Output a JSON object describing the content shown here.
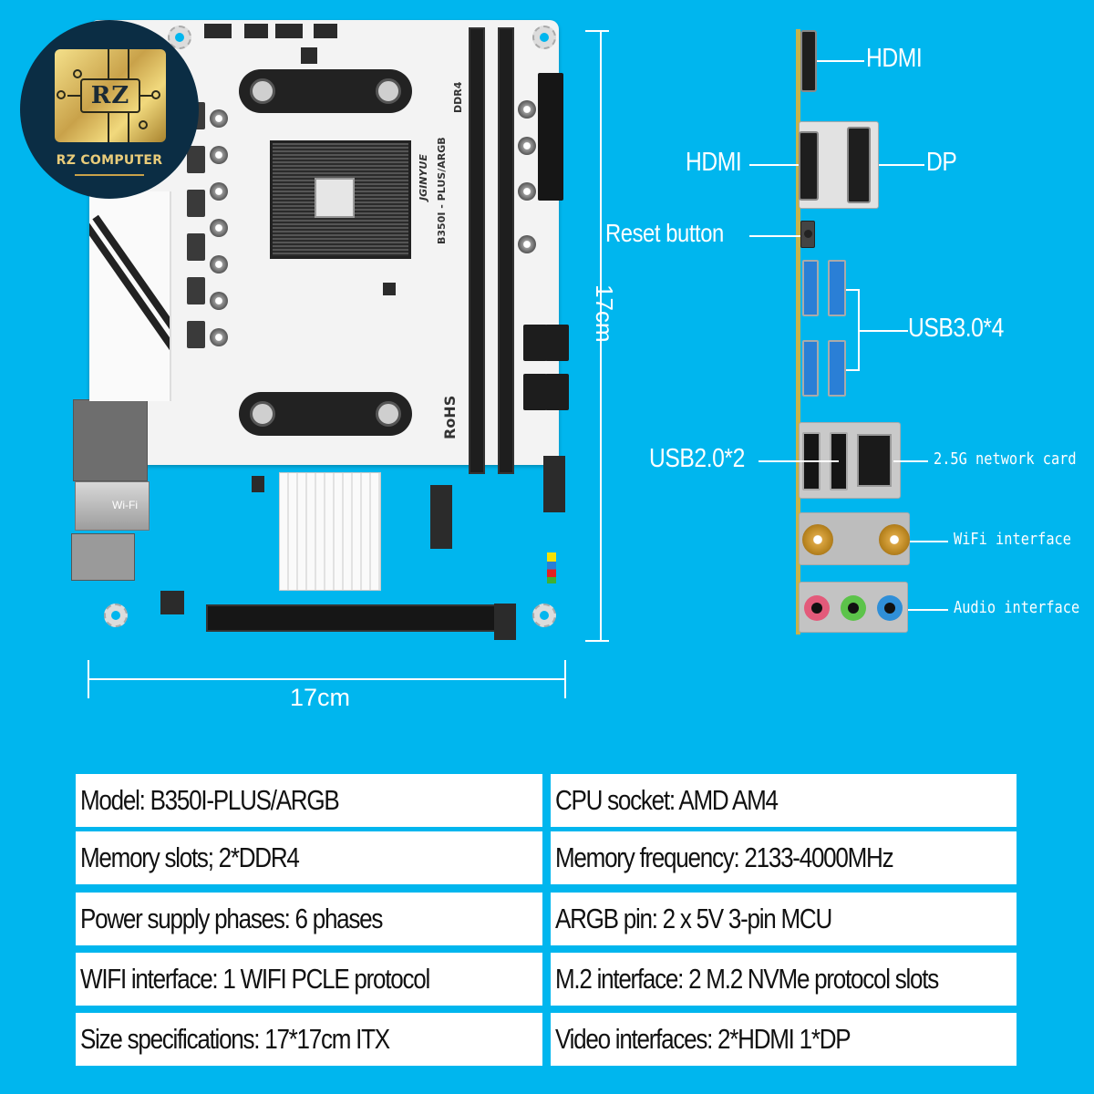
{
  "brand": {
    "logo_monogram": "RZ",
    "logo_name": "RZ COMPUTER",
    "colors": {
      "logo_bg": "#0b2d44",
      "logo_gold": "#c9a24a",
      "page_bg": "#00b6ee"
    }
  },
  "board": {
    "silkscreen_brand": "JGINYUE",
    "silkscreen_model": "B350I - PLUS/ARGB",
    "silkscreen_memory": "DDR4",
    "silkscreen_rohs": "RoHS",
    "wifi_module_label": "Wi-Fi"
  },
  "dimensions": {
    "height_label": "17cm",
    "width_label": "17cm"
  },
  "rear_io": {
    "callouts": [
      {
        "id": "hdmi-1",
        "label": "HDMI"
      },
      {
        "id": "hdmi-2",
        "label": "HDMI"
      },
      {
        "id": "dp",
        "label": "DP"
      },
      {
        "id": "reset",
        "label": "Reset button"
      },
      {
        "id": "usb3",
        "label": "USB3.0*4"
      },
      {
        "id": "usb2",
        "label": "USB2.0*2"
      },
      {
        "id": "lan",
        "label": "2.5G network card"
      },
      {
        "id": "wifi",
        "label": "WiFi interface"
      },
      {
        "id": "audio",
        "label": "Audio interface"
      }
    ],
    "audio_jack_colors": [
      "#e35a7a",
      "#5cc34a",
      "#2f8fd8"
    ]
  },
  "specs": {
    "left": [
      "Model: B350I-PLUS/ARGB",
      "Memory slots; 2*DDR4",
      "Power supply phases: 6 phases",
      "WIFI interface: 1 WIFI PCLE protocol",
      "Size specifications: 17*17cm ITX"
    ],
    "right": [
      "CPU socket: AMD AM4",
      "Memory frequency: 2133-4000MHz",
      "ARGB pin: 2 x 5V 3-pin MCU",
      "M.2 interface: 2 M.2 NVMe protocol slots",
      "Video interfaces: 2*HDMI 1*DP"
    ]
  }
}
